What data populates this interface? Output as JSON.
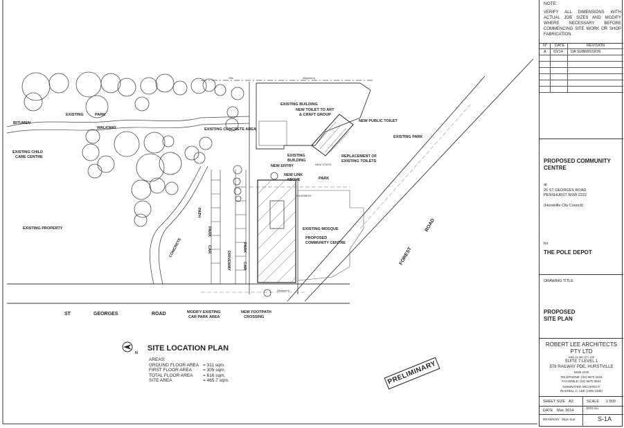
{
  "notes": {
    "heading": "NOTE:",
    "text": "VERIFY ALL DIMENSIONS WITH ACTUAL JOB SIZES AND MODIFY WHERE NECESSARY BEFORE COMMENCING SITE WORK OR SHOP FABRICATION."
  },
  "revisions": {
    "col_no": "N°",
    "col_date": "DATE",
    "col_rev": "REVISION",
    "rows": [
      {
        "no": "A",
        "date": "03/14",
        "rev": "DA SUBMISSION"
      }
    ]
  },
  "project": {
    "title_line1": "PROPOSED COMMUNITY",
    "title_line2": "CENTRE",
    "at_label": "at",
    "address1": "25 ST GEORGES ROAD",
    "address2": "PENSHURST NSW 2222",
    "council": "(Hurstville City Council)",
    "for_label": "for",
    "client": "THE POLE DEPOT"
  },
  "drawing": {
    "title_label": "DRAWING TITLE",
    "title1": "PROPOSED",
    "title2": "SITE PLAN"
  },
  "firm": {
    "name1": "ROBERT LEE ARCHITECTS",
    "name2": "PTY LTD",
    "abn": "ABN 26 080 971 498",
    "address1": "SUITE 7 LEVEL 1",
    "address2": "578 RAILWAY PDE, HURSTVILLE",
    "address3": "NSW 2220",
    "telephone": "TELEPHONE: (02) 9570 1644",
    "facsimile": "FACSIMILE: (02) 9570 3634",
    "nominated": "NOMINATED ARCHITECT:",
    "architect": "RUSSELL C. LEE (ARN 4180)"
  },
  "sheet": {
    "size_label": "SHEET SIZE",
    "size_value": "A3",
    "scale_label": "SCALE",
    "scale_value": "1:500",
    "date_label": "DATE",
    "date_value": "Mar, 2014",
    "dwg_label": "DRG No.",
    "drawn_label": "DRAWN BY",
    "drawn_value": "Skye Sun",
    "dwg_value": "S-1A"
  },
  "legend": {
    "title": "SITE LOCATION PLAN",
    "north": "N",
    "areas_label": "AREAS:",
    "rows": [
      {
        "label": "GROUND FLOOR AREA",
        "value": "= 311 sqm."
      },
      {
        "label": "FIRST FLOOR AREA",
        "value": "= 305 sqm."
      },
      {
        "label": "TOTAL FLOOR AREA",
        "value": "= 616 sqm."
      },
      {
        "label": "SITE AREA",
        "value": "= 465.7 sqm."
      }
    ]
  },
  "stamp": "PRELIMINARY",
  "plan_labels": {
    "existing_park_1": "EXISTING",
    "existing_park_2": "PARK",
    "bitumen": "BITUMEN",
    "walkway": "WALKWAY",
    "child_care_1": "EXISTING CHILD",
    "child_care_2": "CARE CENTRE",
    "existing_concrete": "EXISTING CONCRETE AREA",
    "existing_building": "EXISTING BUILDING",
    "new_toilet_1": "NEW TOILET TO ART",
    "new_toilet_2": "& CRAFT GROUP",
    "new_public_toilet": "NEW PUBLIC TOILET",
    "existing_park_right": "EXISTING PARK",
    "replacement_1": "REPLACEMENT OF",
    "replacement_2": "EXISTING TOILETS",
    "existing_2": "EXISTING",
    "building_2": "BUILDING",
    "new_entry": "NEW ENTRY",
    "new_stops": "NEW STEPS",
    "new_link_1": "NEW LINK",
    "new_link_2": "ABOVE",
    "park": "PARK",
    "easement": "EASEMENT",
    "existing_property": "EXISTING PROPERTY",
    "existing_mosque": "EXISTING MOSQUE",
    "proposed_1": "PROPOSED",
    "proposed_2": "COMMUNITY CENTRE",
    "concrete": "CONCRETE",
    "path": "PATH",
    "car_park_1": "CAR",
    "car_park_2": "PARK",
    "driveway": "DRIVEWAY",
    "forest": "FOREST",
    "road": "ROAD",
    "st": "ST",
    "georges": "GEORGES",
    "road2": "ROAD",
    "modify_1": "MODIFY EXISTING",
    "modify_2": "CAR PARK AREA",
    "footpath_1": "NEW FOOTPATH",
    "footpath_2": "CROSSING",
    "site_1": "Site",
    "alignment": "Alignment"
  }
}
